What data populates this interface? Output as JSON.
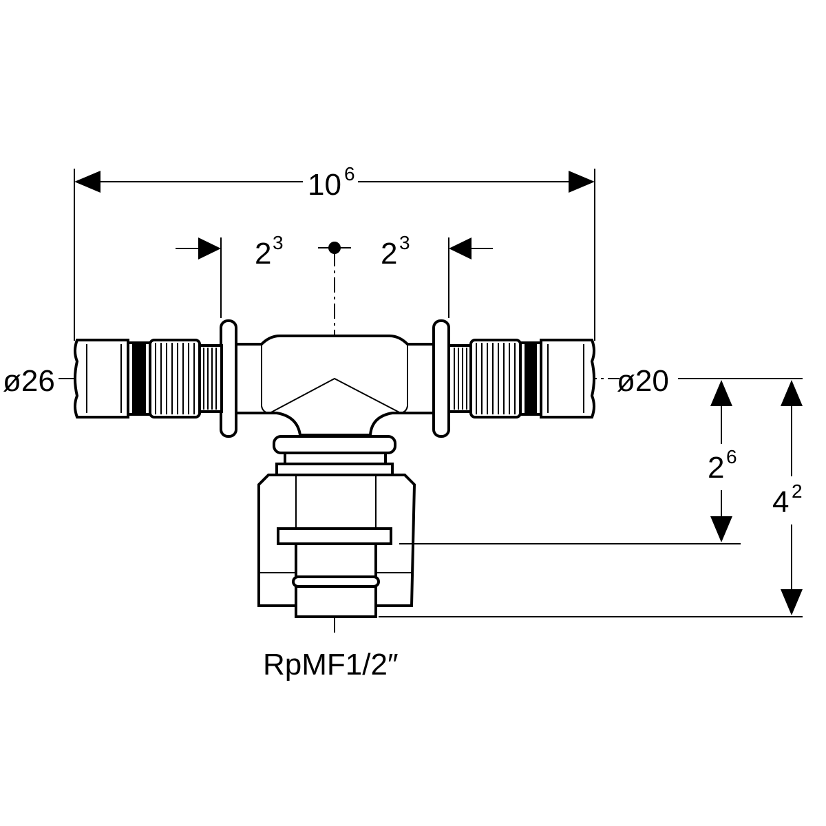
{
  "dimensions": {
    "overall_length": {
      "main": "10",
      "sup": "6"
    },
    "left_offset": {
      "main": "2",
      "sup": "3"
    },
    "right_offset": {
      "main": "2",
      "sup": "3"
    },
    "branch_depth": {
      "main": "2",
      "sup": "6"
    },
    "branch_total": {
      "main": "4",
      "sup": "2"
    }
  },
  "labels": {
    "left_diameter": "ø26",
    "right_diameter": "ø20",
    "branch_thread": "RpMF1/2″"
  }
}
